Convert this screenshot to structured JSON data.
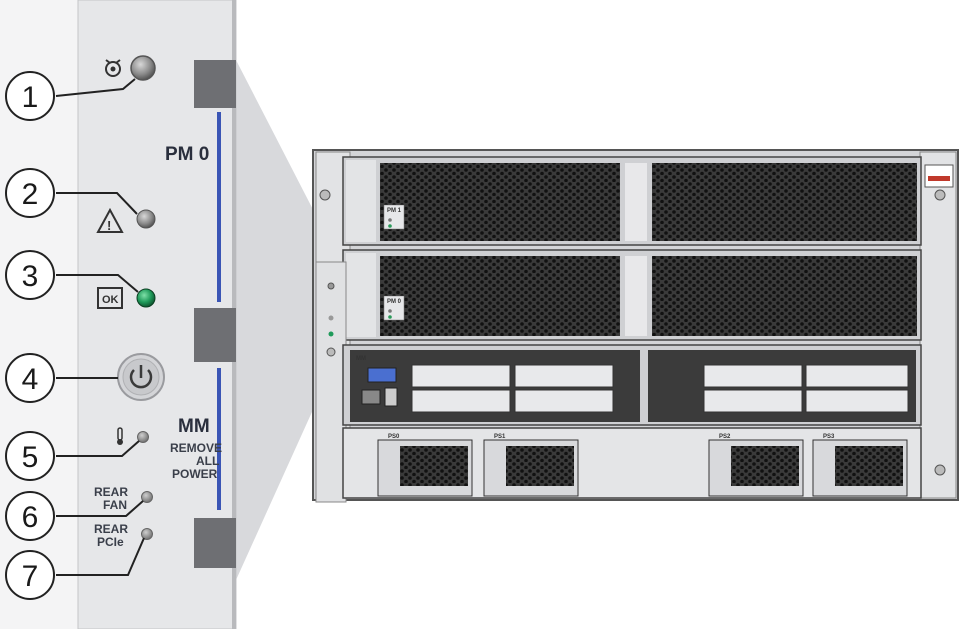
{
  "panel": {
    "pm_label": "PM 0",
    "mm_label": "MM",
    "remove_lines": [
      "REMOVE",
      "ALL",
      "POWER"
    ],
    "rear_fan_lines": [
      "REAR",
      "FAN"
    ],
    "rear_pcie_lines": [
      "REAR",
      "PCIe"
    ],
    "ok_badge": "OK"
  },
  "callouts": [
    "1",
    "2",
    "3",
    "4",
    "5",
    "6",
    "7"
  ],
  "chassis": {
    "pm_labels": [
      "PM 1",
      "PM 0"
    ],
    "psu_labels": [
      "PS0",
      "PS1",
      "PS2",
      "PS3"
    ],
    "mm_label": "MM"
  },
  "colors": {
    "ok_led": "#1f9a5a",
    "accent_blue": "#3a55b5",
    "panel_bg": "#e6e7e9"
  }
}
